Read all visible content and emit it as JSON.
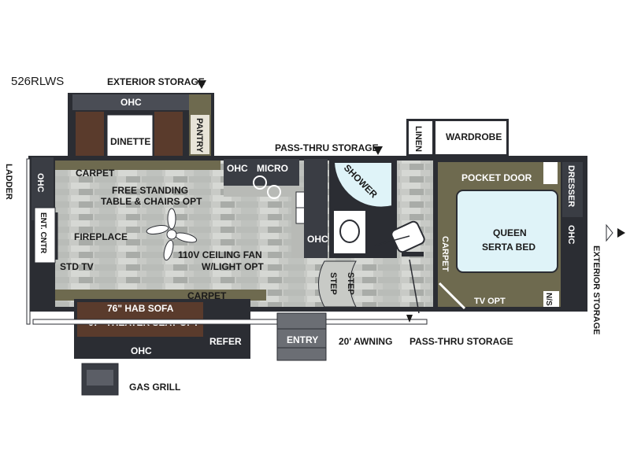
{
  "model": "526RLWS",
  "labels": {
    "exterior_storage_top": "EXTERIOR STORAGE",
    "exterior_storage_right": "EXTERIOR STORAGE",
    "pass_thru_storage_top": "PASS-THRU STORAGE",
    "pass_thru_storage_bottom": "PASS-THRU STORAGE",
    "ohc_dinette": "OHC",
    "dinette": "DINETTE",
    "pantry": "PANTRY",
    "linen": "LINEN",
    "wardrobe": "WARDROBE",
    "ladder": "LADDER",
    "ohc_left": "OHC",
    "ent_cntr": "ENT. CNTR",
    "fireplace": "FIREPLACE",
    "std_tv": "STD TV",
    "carpet_dinette": "CARPET",
    "free_standing_1": "FREE STANDING",
    "free_standing_2": "TABLE & CHAIRS OPT",
    "ohc_kitchen": "OHC",
    "micro": "MICRO",
    "ohc_sink": "OHC",
    "shower": "SHOWER",
    "ceiling_fan_1": "110V CEILING FAN",
    "ceiling_fan_2": "W/LIGHT OPT",
    "step_1": "STEP",
    "step_2": "STEP",
    "carpet_living": "CARPET",
    "sofa_1": "76\" HAB SOFA",
    "sofa_2": "67\" THEATER SEAT OPT",
    "ohc_sofa": "OHC",
    "refer": "REFER",
    "entry": "ENTRY",
    "awning": "20' AWNING",
    "gas_grill": "GAS GRILL",
    "pocket_door": "POCKET DOOR",
    "dresser": "DRESSER",
    "ohc_bed": "OHC",
    "queen_1": "QUEEN",
    "queen_2": "SERTA BED",
    "carpet_bed": "CARPET",
    "tv_opt": "TV OPT",
    "ns": "N/S"
  },
  "colors": {
    "wall": "#2b2d33",
    "cabinet_dark": "#3a3d44",
    "floor_light": "#c9cbc7",
    "carpet_green": "#6e6a4f",
    "dinette_brown": "#5a3b2c",
    "bed_blue": "#dff3f8",
    "white": "#ffffff"
  },
  "icons": [
    "ceiling-fan-icon",
    "stove-icon",
    "sink-icon",
    "toilet-icon",
    "recliner-icon",
    "tv-icon"
  ]
}
